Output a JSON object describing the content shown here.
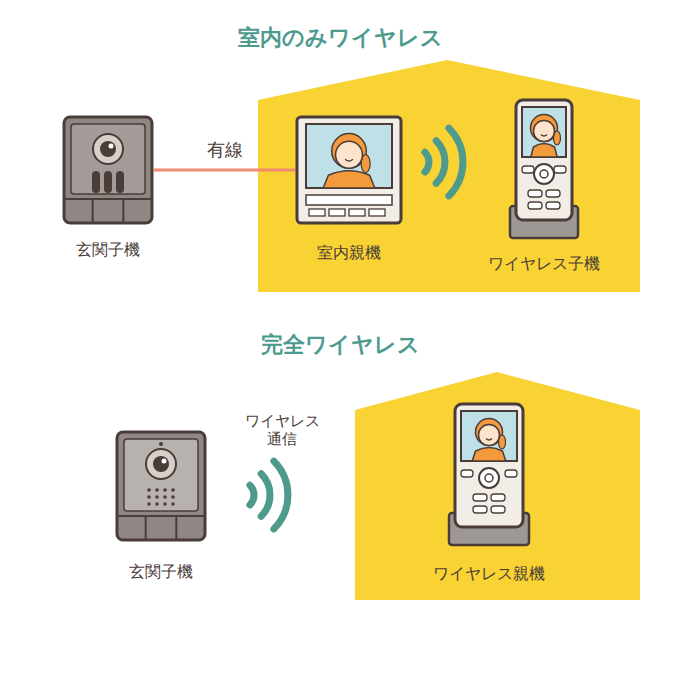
{
  "diagram": {
    "nodes": [
      {
        "text": [
          "玄関子機"
        ]
      },
      {
        "text": [
          "室内親機"
        ]
      },
      {
        "text": [
          "ワイヤレス子機"
        ]
      },
      {
        "text": [
          "玄関子機"
        ]
      },
      {
        "text": [
          "ワイヤレス親機"
        ]
      }
    ],
    "edges": [
      {
        "from": 0,
        "to": 1,
        "label": "有線",
        "arrow": "none"
      }
    ],
    "labels": [
      "室内のみワイヤレス",
      "完全ワイヤレス",
      "ワイヤレス 通信"
    ]
  }
}
